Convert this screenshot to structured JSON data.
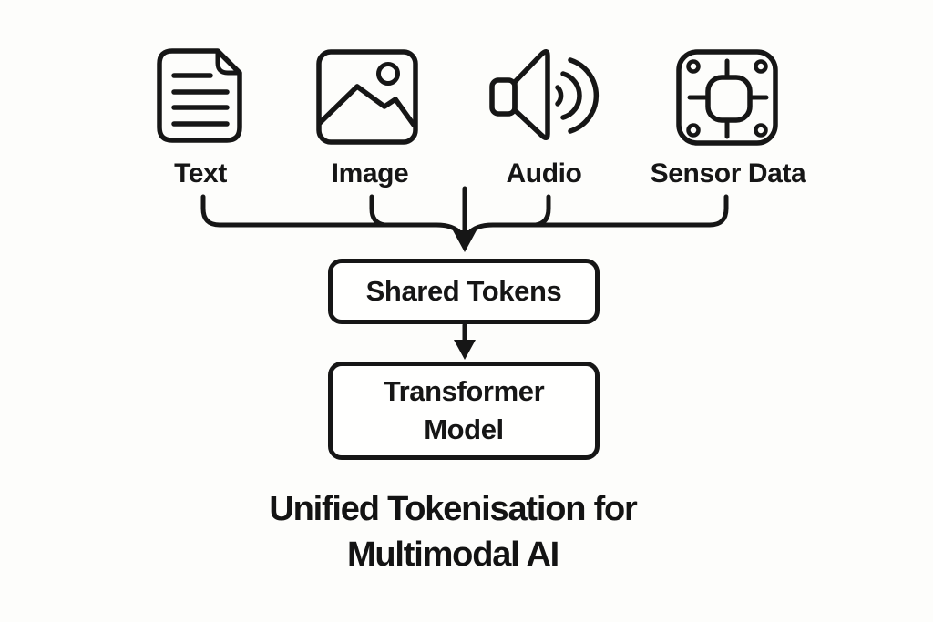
{
  "colors": {
    "ink": "#161616",
    "background": "#fdfdfb",
    "node_background": "#fffffe"
  },
  "modalities": [
    {
      "label": "Text",
      "icon": "document-icon"
    },
    {
      "label": "Image",
      "icon": "image-icon"
    },
    {
      "label": "Audio",
      "icon": "audio-icon"
    },
    {
      "label": "Sensor Data",
      "icon": "sensor-icon"
    }
  ],
  "flow": {
    "shared_tokens_label": "Shared Tokens",
    "transformer_label_line1": "Transformer",
    "transformer_label_line2": "Model"
  },
  "title": {
    "line1": "Unified Tokenisation for",
    "line2": "Multimodal AI"
  }
}
